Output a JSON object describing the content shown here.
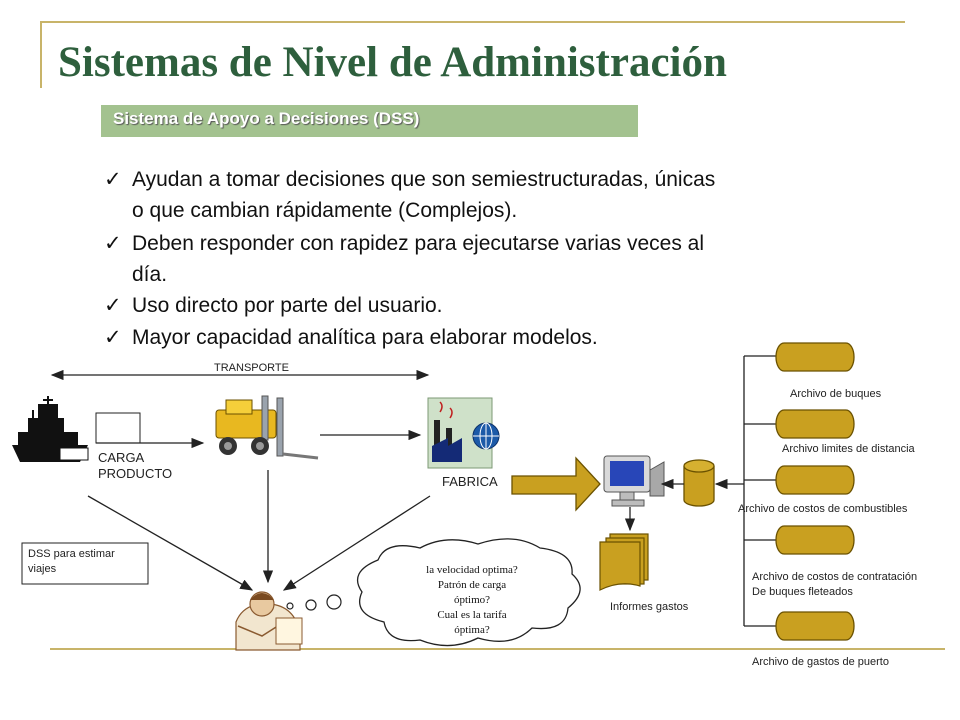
{
  "slide": {
    "title": "Sistemas de Nivel de Administración",
    "subtitle": "Sistema de Apoyo a Decisiones (DSS)",
    "bullets": [
      {
        "line1": "Ayudan a tomar decisiones que son semiestructuradas, únicas",
        "line2": "o que cambian rápidamente (Complejos)."
      },
      {
        "line1": "Deben responder con rapidez para ejecutarse varias veces al",
        "line2": "día."
      },
      {
        "line1": "Uso directo por parte del usuario.",
        "line2": ""
      },
      {
        "line1": "Mayor capacidad analítica para elaborar modelos.",
        "line2": ""
      }
    ],
    "check_glyph": "✓"
  },
  "diagram": {
    "transporte": "TRANSPORTE",
    "carga_1": "CARGA",
    "carga_2": "PRODUCTO",
    "fabrica": "FABRICA",
    "dss_box_1": "DSS para estimar",
    "dss_box_2": "viajes",
    "informes": "Informes gastos",
    "thought": [
      "la velocidad optima?",
      "Patrón de carga",
      "óptimo?",
      "Cual es la tarifa",
      "óptima?"
    ],
    "archivos": {
      "buques": "Archivo de buques",
      "limites": "Archivo limites de distancia",
      "combustibles": "Archivo de costos de combustibles",
      "contratacion_1": "Archivo de costos de contratación",
      "contratacion_2": "De buques fleteados",
      "puerto": "Archivo de gastos de puerto"
    },
    "icons": [
      "ship-icon",
      "forklift-icon",
      "factory-icon",
      "computer-icon",
      "person-icon",
      "database-icon",
      "documents-icon"
    ]
  },
  "colors": {
    "title": "#2e5f3d",
    "subtitle_bar": "#a3c28f",
    "gold": "#c9a020",
    "frame_line": "#c8b469"
  }
}
